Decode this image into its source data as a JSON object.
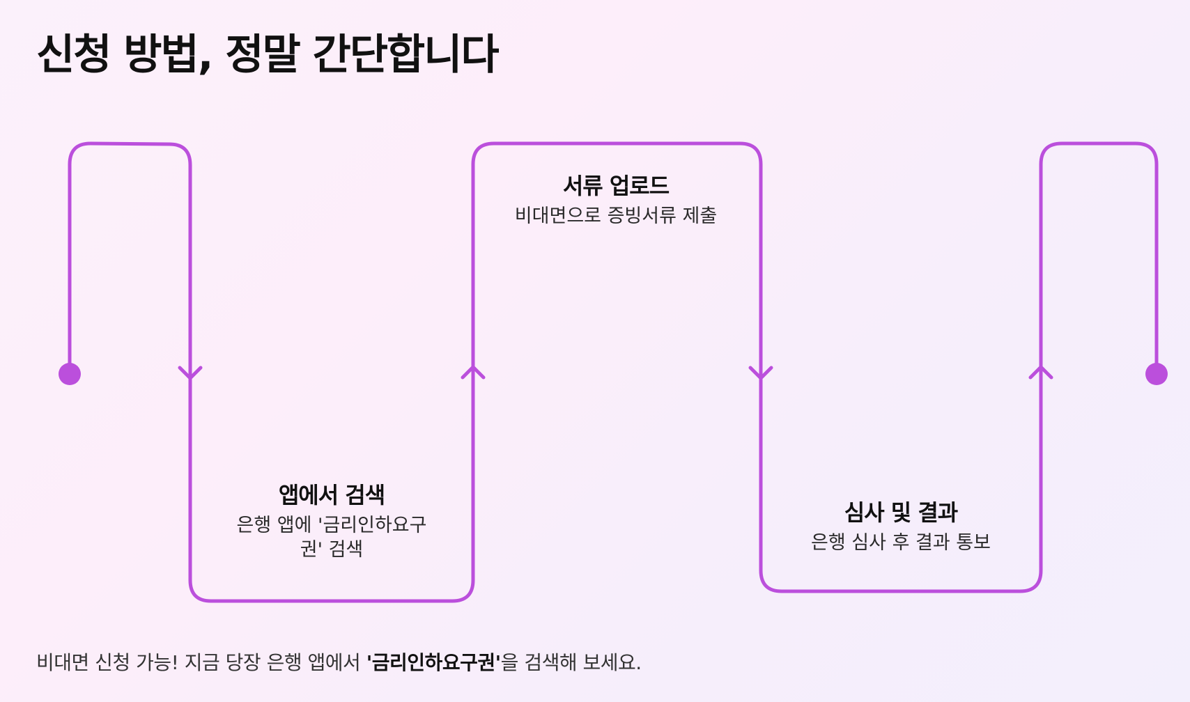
{
  "title": "신청 방법, 정말 간단합니다",
  "steps": [
    {
      "title": "앱에서 검색",
      "desc": "은행 앱에 '금리인하요구권' 검색"
    },
    {
      "title": "서류 업로드",
      "desc": "비대면으로 증빙서류 제출"
    },
    {
      "title": "심사 및 결과",
      "desc": "은행 심사 후 결과 통보"
    }
  ],
  "footer": {
    "before": "비대면 신청 가능! 지금 당장 은행 앱에서 ",
    "highlight": "'금리인하요구권'",
    "after": "을 검색해 보세요."
  },
  "colors": {
    "line": "#bb4fdc",
    "title": "#111111"
  }
}
